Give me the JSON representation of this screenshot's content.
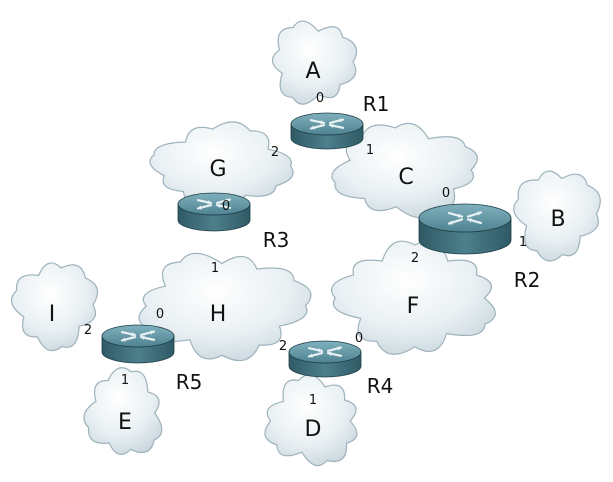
{
  "networks": {
    "A": "A",
    "B": "B",
    "C": "C",
    "D": "D",
    "E": "E",
    "F": "F",
    "G": "G",
    "H": "H",
    "I": "I"
  },
  "routers": {
    "R1": {
      "name": "R1",
      "ports": {
        "p0": "0",
        "p1": "1",
        "p2": "2"
      }
    },
    "R2": {
      "name": "R2",
      "ports": {
        "p0": "0",
        "p1": "1",
        "p2": "2"
      }
    },
    "R3": {
      "name": "R3",
      "ports": {
        "p0": "0",
        "p1": "1"
      }
    },
    "R4": {
      "name": "R4",
      "ports": {
        "p0": "0",
        "p1": "1",
        "p2": "2"
      }
    },
    "R5": {
      "name": "R5",
      "ports": {
        "p0": "0",
        "p1": "1",
        "p2": "2"
      }
    }
  },
  "colors": {
    "cloud_fill": "#e6eef2",
    "cloud_stroke": "#9eb2bc",
    "router_body": "#3f6f7c",
    "router_top": "#5f92a0",
    "router_icon": "#e8f1f3"
  }
}
